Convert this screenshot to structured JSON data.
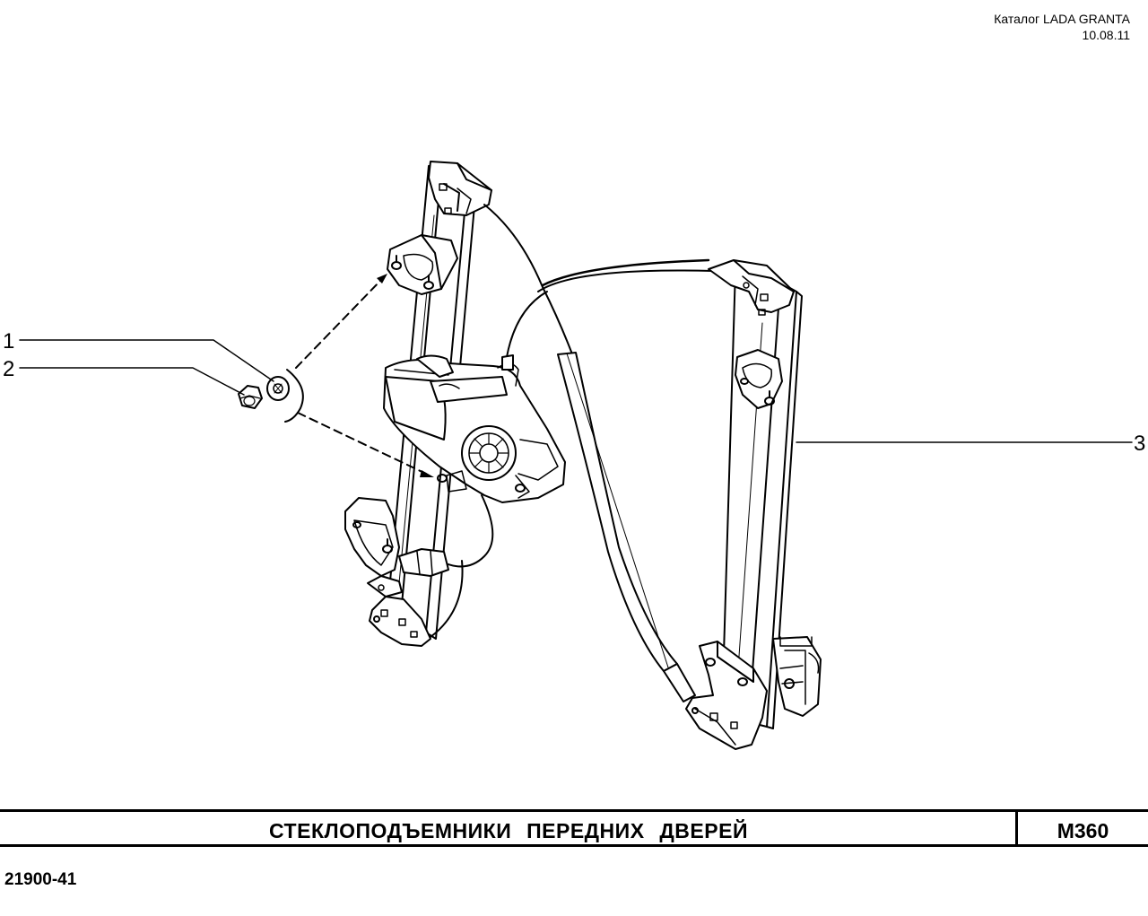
{
  "header": {
    "catalog": "Каталог LADA  GRANTA",
    "date": "10.08.11"
  },
  "callouts": [
    {
      "number": "1",
      "part": "washer"
    },
    {
      "number": "2",
      "part": "nut"
    },
    {
      "number": "3",
      "part": "window-regulator"
    }
  ],
  "title_bar": {
    "title": "СТЕКЛОПОДЪЕМНИКИ   ПЕРЕДНИХ   ДВЕРЕЙ",
    "code": "M360"
  },
  "footer": {
    "doc_number": "21900-41"
  }
}
